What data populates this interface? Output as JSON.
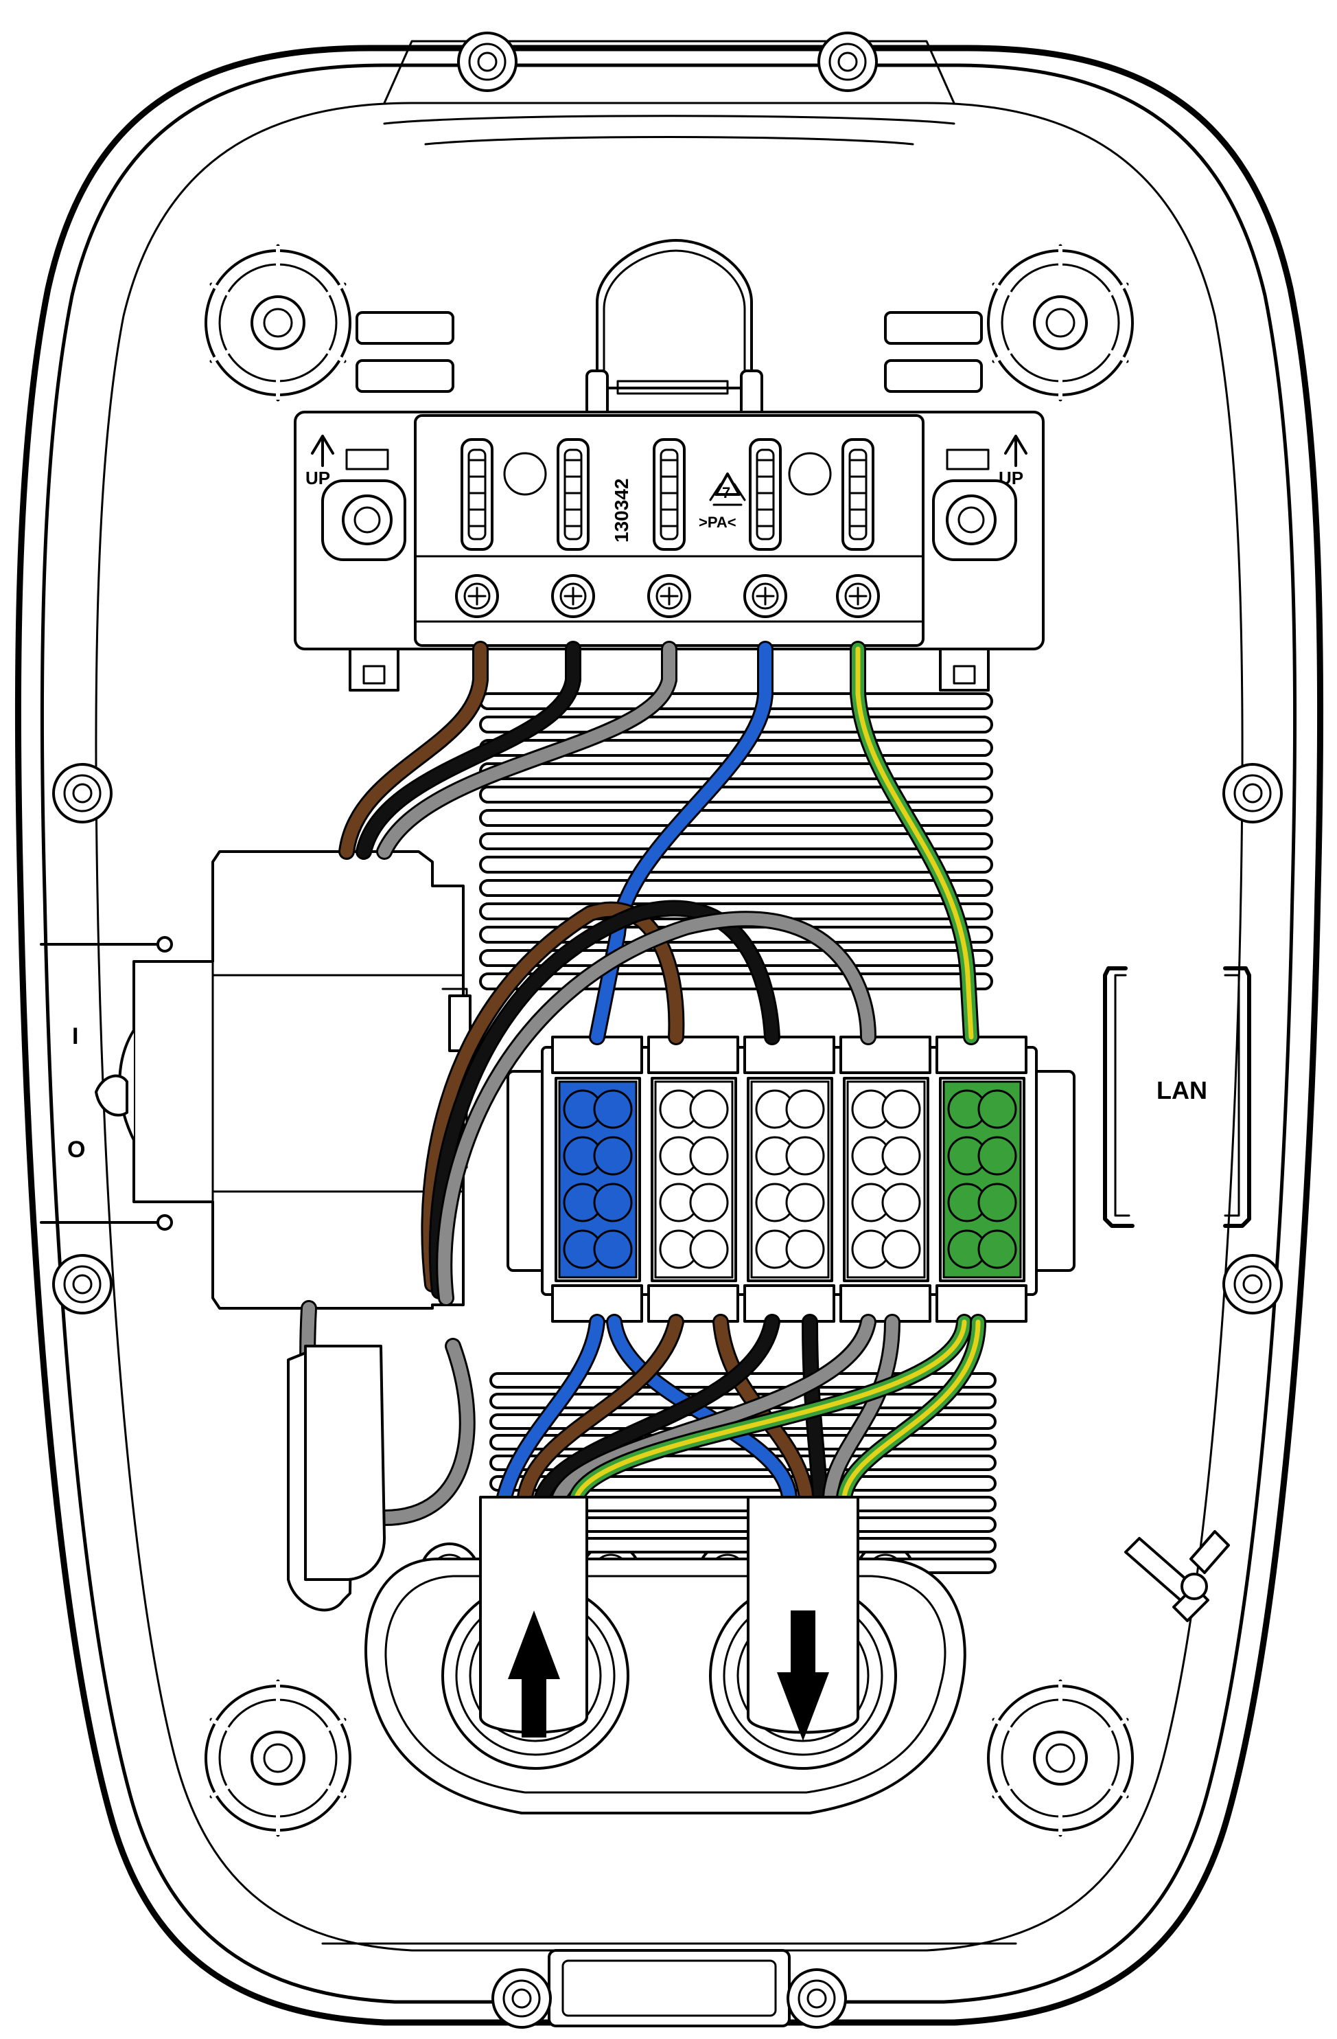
{
  "labels": {
    "up_left": "UP",
    "up_right": "UP",
    "part_number": "130342",
    "material": ">PA<",
    "recycle_code": "7",
    "lan": "LAN",
    "switch_on": "I",
    "switch_off": "O"
  },
  "wire_colors": {
    "brown": "#6b3f1e",
    "black": "#111111",
    "grey": "#8a8a8a",
    "blue": "#1f5fd0",
    "earth_green": "#3aa03a",
    "earth_yellow": "#e2d21a"
  },
  "terminal_colors": [
    "#1f5fd0",
    "#ffffff",
    "#ffffff",
    "#ffffff",
    "#3aa03a"
  ],
  "icons": [
    "cable-entry-up-arrow-icon",
    "cable-exit-down-arrow-icon",
    "recycle-icon",
    "screw-icon",
    "mounting-boss-icon",
    "t-piece-icon"
  ]
}
